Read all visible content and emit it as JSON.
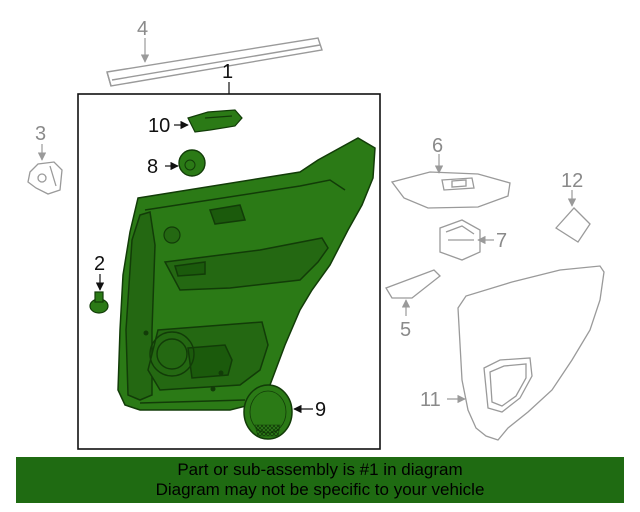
{
  "colors": {
    "highlight": "#2b7a16",
    "highlight_dark": "#123c08",
    "banner": "#1f6b12",
    "ghost_line": "#9a9a9a"
  },
  "callouts": {
    "c1": "1",
    "c2": "2",
    "c3": "3",
    "c4": "4",
    "c5": "5",
    "c6": "6",
    "c7": "7",
    "c8": "8",
    "c9": "9",
    "c10": "10",
    "c11": "11",
    "c12": "12"
  },
  "banner": {
    "line1": "Part or sub-assembly is #1 in diagram",
    "line2": "Diagram may not be specific to your vehicle"
  }
}
